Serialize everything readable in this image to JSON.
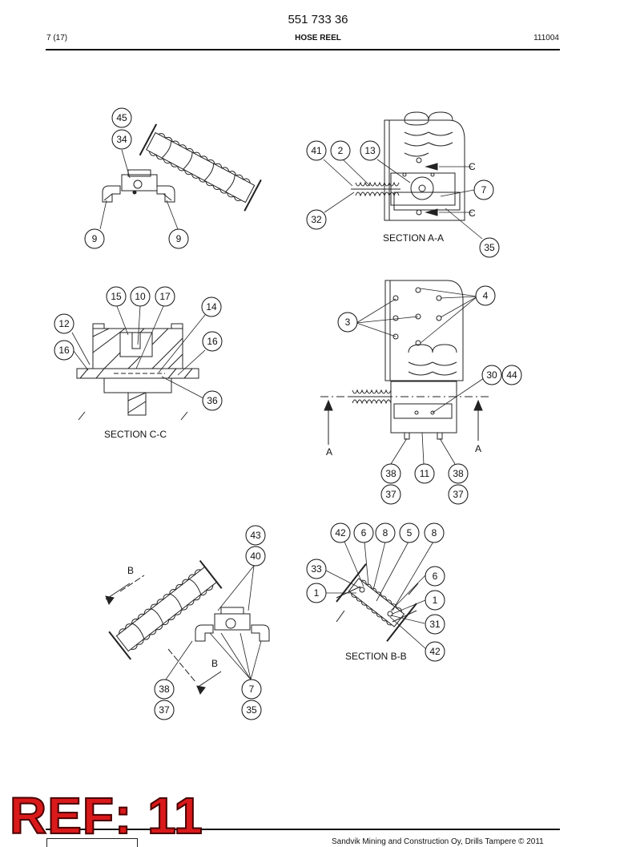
{
  "header": {
    "doc_number": "551 733 36",
    "page_index": "7 (17)",
    "title": "HOSE REEL",
    "date_code": "111004"
  },
  "sections": {
    "aa": "SECTION A-A",
    "cc": "SECTION C-C",
    "bb": "SECTION B-B"
  },
  "view_marks": {
    "a": "A",
    "b": "B",
    "c": "C"
  },
  "balloons": {
    "v1": [
      "45",
      "34",
      "9",
      "9"
    ],
    "aa": [
      "41",
      "2",
      "13",
      "7",
      "32",
      "35"
    ],
    "cc": [
      "15",
      "10",
      "17",
      "14",
      "12",
      "16",
      "16",
      "36"
    ],
    "v2": [
      "4",
      "3",
      "30",
      "44",
      "38",
      "11",
      "38",
      "37",
      "37"
    ],
    "v3": [
      "43",
      "40",
      "38",
      "37",
      "7",
      "35"
    ],
    "bb": [
      "42",
      "6",
      "8",
      "5",
      "8",
      "33",
      "1",
      "6",
      "1",
      "31",
      "42"
    ]
  },
  "ref_badge": "REF: 11",
  "footer": {
    "copyright": "Sandvik Mining and Construction Oy, Drills Tampere © 2011"
  }
}
